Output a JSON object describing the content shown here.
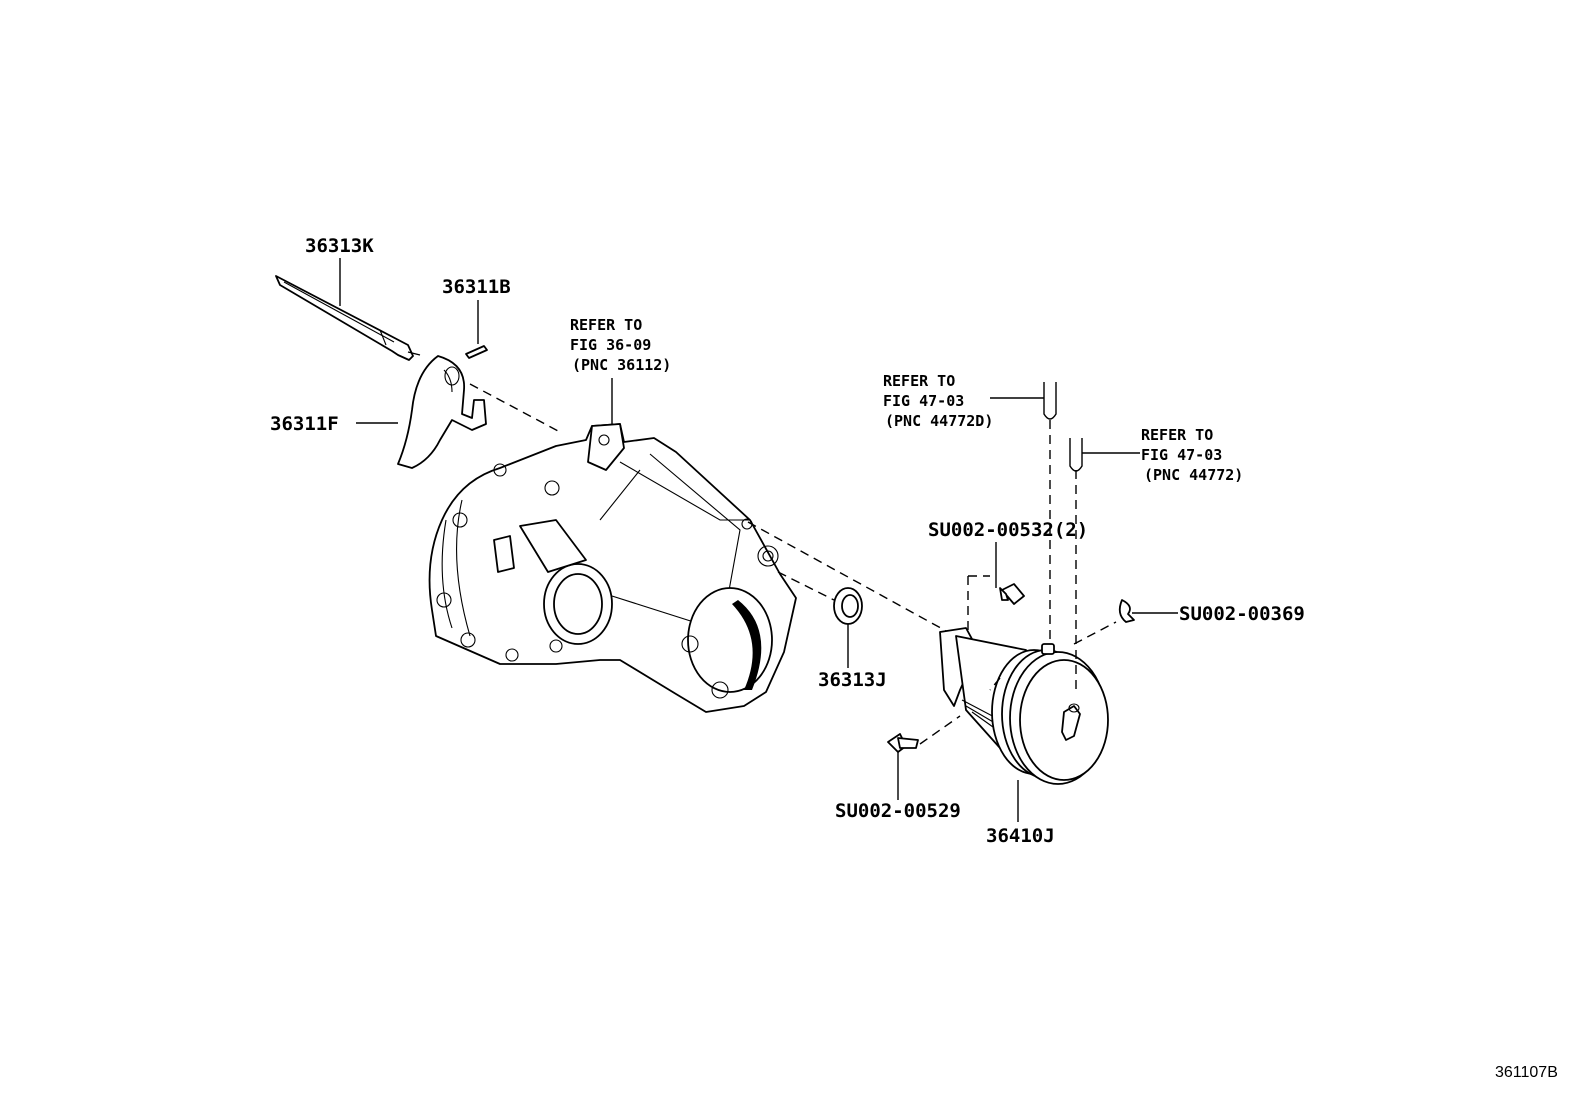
{
  "diagram": {
    "figure_code": "361107B",
    "part_labels": {
      "p36313K": "36313K",
      "p36311B": "36311B",
      "p36311F": "36311F",
      "p36313J": "36313J",
      "p36410J": "36410J",
      "pSU00532": "SU002-00532(2)",
      "pSU00369": "SU002-00369",
      "pSU00529": "SU002-00529"
    },
    "references": {
      "ref1": {
        "line1": "REFER TO",
        "line2": "FIG 36-09",
        "line3": "(PNC 36112)"
      },
      "ref2": {
        "line1": "REFER TO",
        "line2": "FIG 47-03",
        "line3": "(PNC 44772D)"
      },
      "ref3": {
        "line1": "REFER TO",
        "line2": "FIG 47-03",
        "line3": "(PNC 44772)"
      }
    }
  }
}
